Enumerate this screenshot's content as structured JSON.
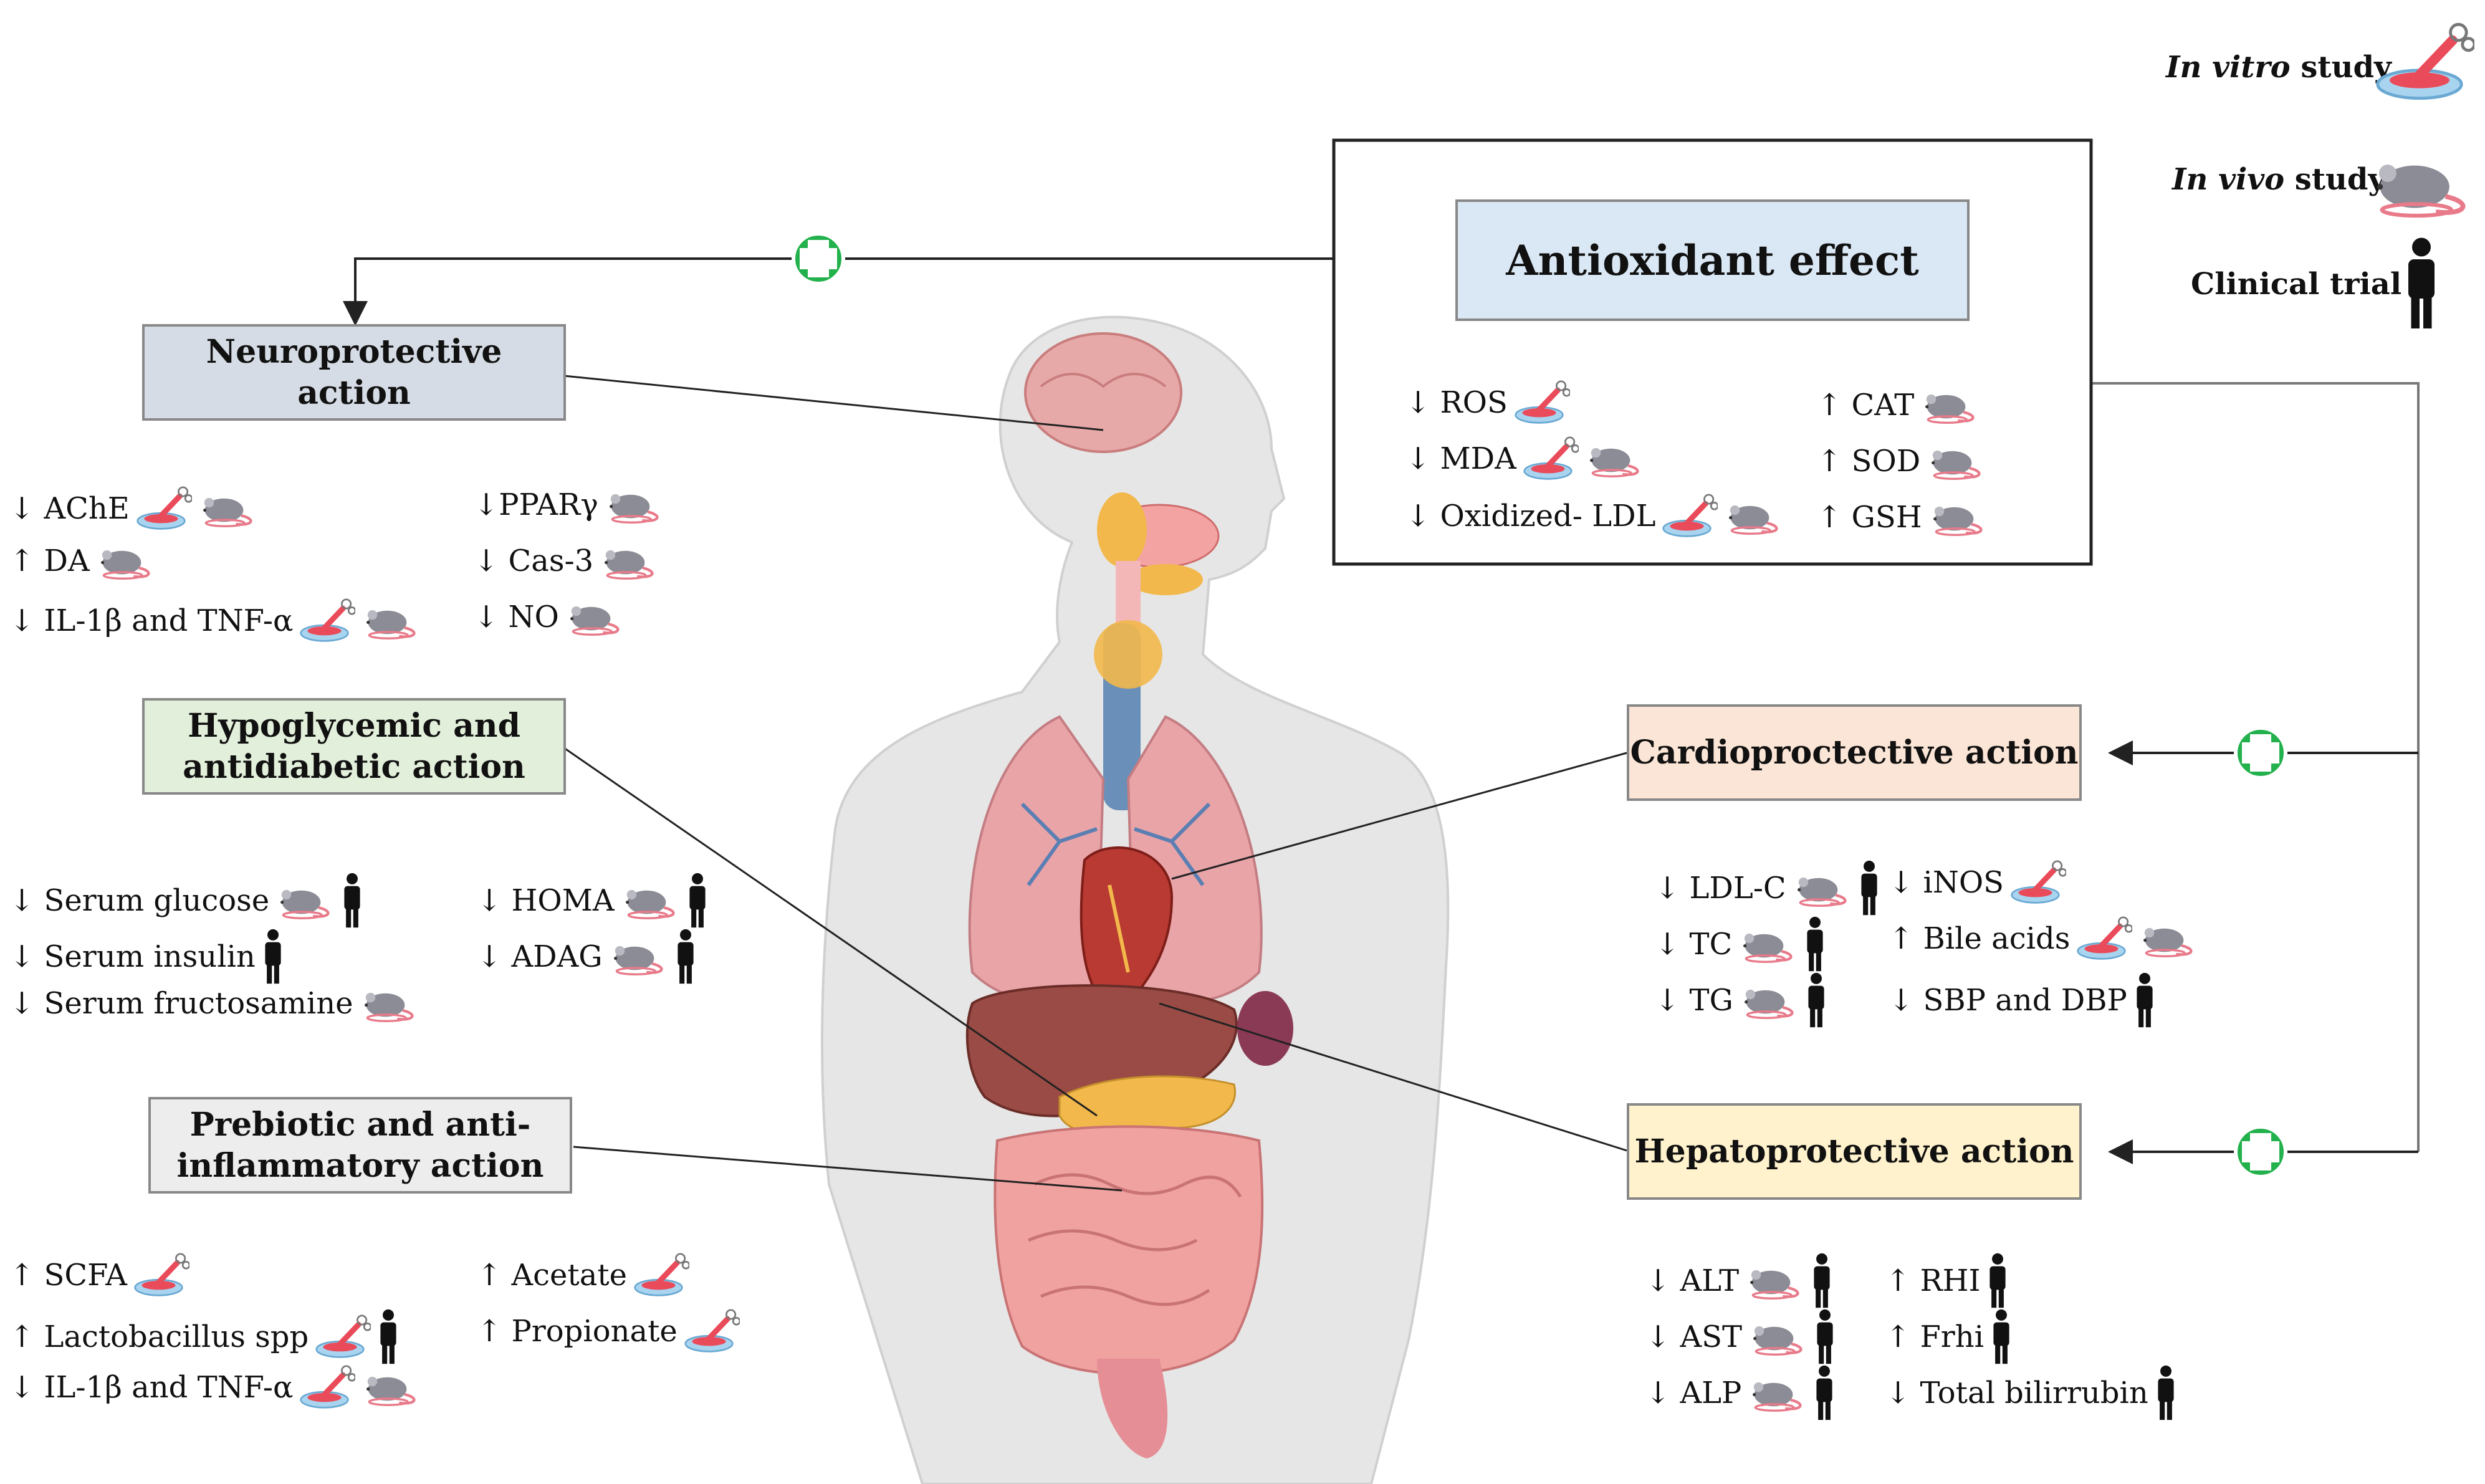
{
  "legend": {
    "in_vitro_italic": "In vitro",
    "in_vitro_rest": " study",
    "in_vivo_italic": "In vivo",
    "in_vivo_rest": " study",
    "clinical": "Clinical trial"
  },
  "antioxidant": {
    "title": "Antioxidant effect",
    "items": [
      "↓ ROS",
      "↓ MDA",
      "↓ Oxidized- LDL",
      "↑ CAT",
      "↑ SOD",
      "↑ GSH"
    ]
  },
  "neuro": {
    "title": "Neuroprotective action",
    "items": [
      "↓ AChE",
      "↑ DA",
      "↓ IL-1β and TNF-α",
      "↓PPARγ",
      "↓ Cas-3",
      "↓ NO"
    ]
  },
  "hypo": {
    "title_line1": "Hypoglycemic and",
    "title_line2": "antidiabetic  action",
    "items": [
      "↓ Serum glucose",
      "↓ Serum insulin",
      "↓ Serum fructosamine",
      "↓ HOMA",
      "↓ ADAG"
    ]
  },
  "prebiotic": {
    "title_line1": "Prebiotic and anti-",
    "title_line2": "inflammatory action",
    "items": [
      "↑ SCFA",
      "↑ Lactobacillus spp",
      "↓ IL-1β and TNF-α",
      "↑ Acetate",
      "↑ Propionate"
    ]
  },
  "cardio": {
    "title": "Cardioproctective  action",
    "items": [
      "↓ LDL-C",
      "↓ TC",
      "↓ TG",
      "↓ iNOS",
      "↑ Bile acids",
      "↓ SBP and DBP"
    ]
  },
  "hepato": {
    "title": "Hepatoprotective  action",
    "items": [
      "↓ ALT",
      "↓ AST",
      "↓ ALP",
      "↑ RHI",
      "↑ Frhi",
      "↓ Total bilirrubin"
    ]
  },
  "colors": {
    "neuro_box": "#d6dce5",
    "antiox_box": "#dae8f5",
    "hypo_box": "#e2efda",
    "prebiotic_box": "#ededed",
    "cardio_box": "#fbe5d6",
    "hepato_box": "#fff2cc",
    "plus_green": "#22b14c"
  }
}
